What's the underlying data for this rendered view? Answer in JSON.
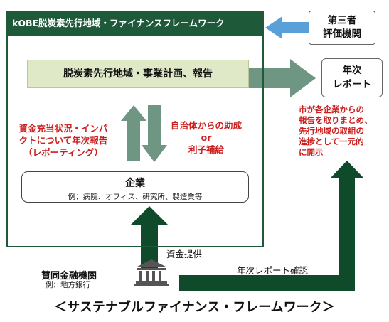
{
  "framework": {
    "title": "kOBE脱炭素先行地域・ファイナンスフレームワーク",
    "plan_label": "脱炭素先行地域・事業計画、報告",
    "reporting_label": [
      "資金充当状況・インパ",
      "クトについて年次報告",
      "（レポーティング）"
    ],
    "support_label": [
      "自治体からの助成",
      "or",
      "利子補給"
    ]
  },
  "company": {
    "name": "企業",
    "examples": "例：病院、オフィス、研究所、製造業等"
  },
  "third_party": {
    "lines": [
      "第三者",
      "評価機関"
    ]
  },
  "annual_report": {
    "lines": [
      "年次",
      "レポート"
    ],
    "city_note": [
      "市が各企業からの",
      "報告を取りまとめ、",
      "先行地域の取組の",
      "進捗として一元的",
      "に開示"
    ]
  },
  "bank": {
    "name": "賛同金融機関",
    "example": "例：地方銀行",
    "icon": "bank-building-icon"
  },
  "flows": {
    "funding_label": "資金提供",
    "report_check_label": "年次レポート確認"
  },
  "footer_title": "＜サステナブルファイナンス・フレームワーク＞",
  "colors": {
    "frame_green": "#1e5a3a",
    "arrow_gray_green": "#6f9682",
    "dark_green": "#0f4a2a",
    "blue_arrow": "#5aa0d8",
    "red_text": "#cc1f1f",
    "plan_fill": "#dfe8c7"
  }
}
